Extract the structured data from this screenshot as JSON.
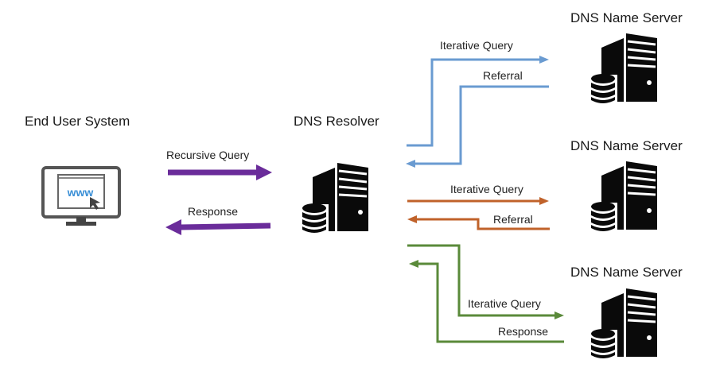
{
  "nodes": {
    "end_user": {
      "label": "End User System",
      "screen_text": "www"
    },
    "resolver": {
      "label": "DNS Resolver"
    },
    "name_servers": [
      {
        "label": "DNS Name Server"
      },
      {
        "label": "DNS Name Server"
      },
      {
        "label": "DNS Name Server"
      }
    ]
  },
  "edges": {
    "recursive_query": "Recursive Query",
    "response": "Response",
    "ns1_query": "Iterative Query",
    "ns1_reply": "Referral",
    "ns2_query": "Iterative Query",
    "ns2_reply": "Referral",
    "ns3_query": "Iterative Query",
    "ns3_reply": "Response"
  },
  "colors": {
    "purple": "#6a2c9a",
    "blue": "#6a9bd1",
    "orange": "#c0622a",
    "green": "#5a8a3a",
    "icon": "#0a0a0a",
    "monitor": "#555555",
    "www": "#3a8fd6"
  }
}
